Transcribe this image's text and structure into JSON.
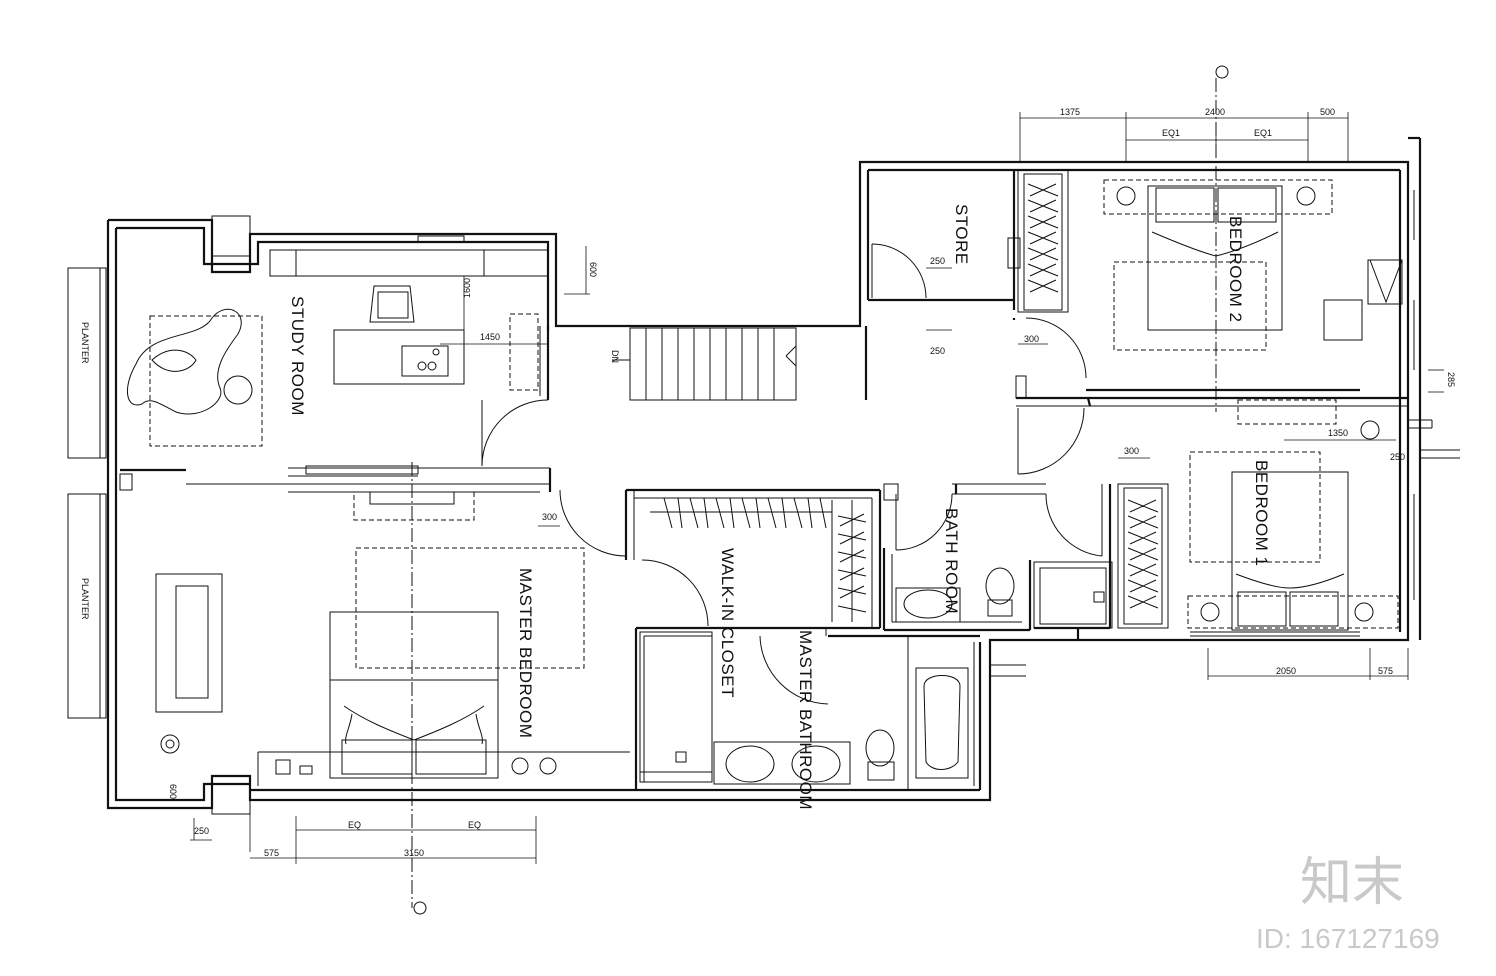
{
  "rooms": {
    "study": "STUDY ROOM",
    "store": "STORE",
    "bedroom2": "BEDROOM 2",
    "bedroom1": "BEDROOM 1",
    "bath": "BATH ROOM",
    "master_bedroom": "MASTER BEDROOM",
    "walk_in_closet": "WALK-IN CLOSET",
    "master_bathroom": "MASTER BATHROOM",
    "planter_top": "PLANTER",
    "planter_bottom": "PLANTER",
    "stair_dn": "DN"
  },
  "dimensions": {
    "top_1375": "1375",
    "top_2400": "2400",
    "top_500": "500",
    "top_eq1_a": "EQ1",
    "top_eq1_b": "EQ1",
    "d_600": "600",
    "d_1600": "1600",
    "d_1450": "1450",
    "d_250a": "250",
    "d_250b": "250",
    "d_300a": "300",
    "d_300b": "300",
    "d_300c": "300",
    "d_285": "285",
    "d_1350": "1350",
    "d_250c": "250",
    "d_2050": "2050",
    "d_575a": "575",
    "d_575b": "575",
    "d_3150": "3150",
    "d_eq_a": "EQ",
    "d_eq_b": "EQ",
    "d_250d": "250",
    "d_600b": "600"
  },
  "watermark": {
    "logo": "知末",
    "id": "ID: 167127169"
  }
}
